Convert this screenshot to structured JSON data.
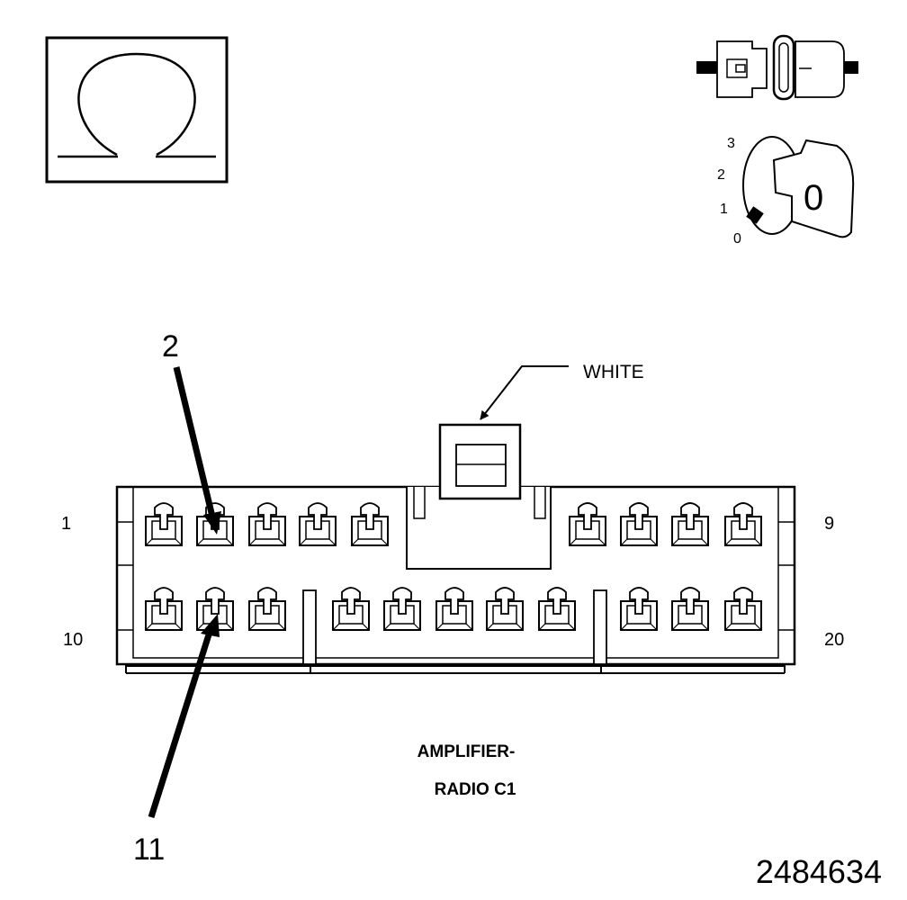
{
  "ohmmeter_symbol": {
    "glyph": "Ω",
    "icon": "ohm-symbol-icon"
  },
  "ignition": {
    "icons": [
      "disconnected-connector-icon",
      "ignition-key-icon"
    ],
    "positions": [
      "3",
      "2",
      "1",
      "0"
    ],
    "key_label": "0"
  },
  "connector": {
    "color_label": "WHITE",
    "title_line1": "AMPLIFIER-",
    "title_line2": "RADIO C1",
    "pin_labels": {
      "top_left": "1",
      "top_right": "9",
      "bottom_left": "10",
      "bottom_right": "20"
    },
    "callouts": {
      "upper": "2",
      "lower": "11"
    }
  },
  "figure_number": "2484634"
}
